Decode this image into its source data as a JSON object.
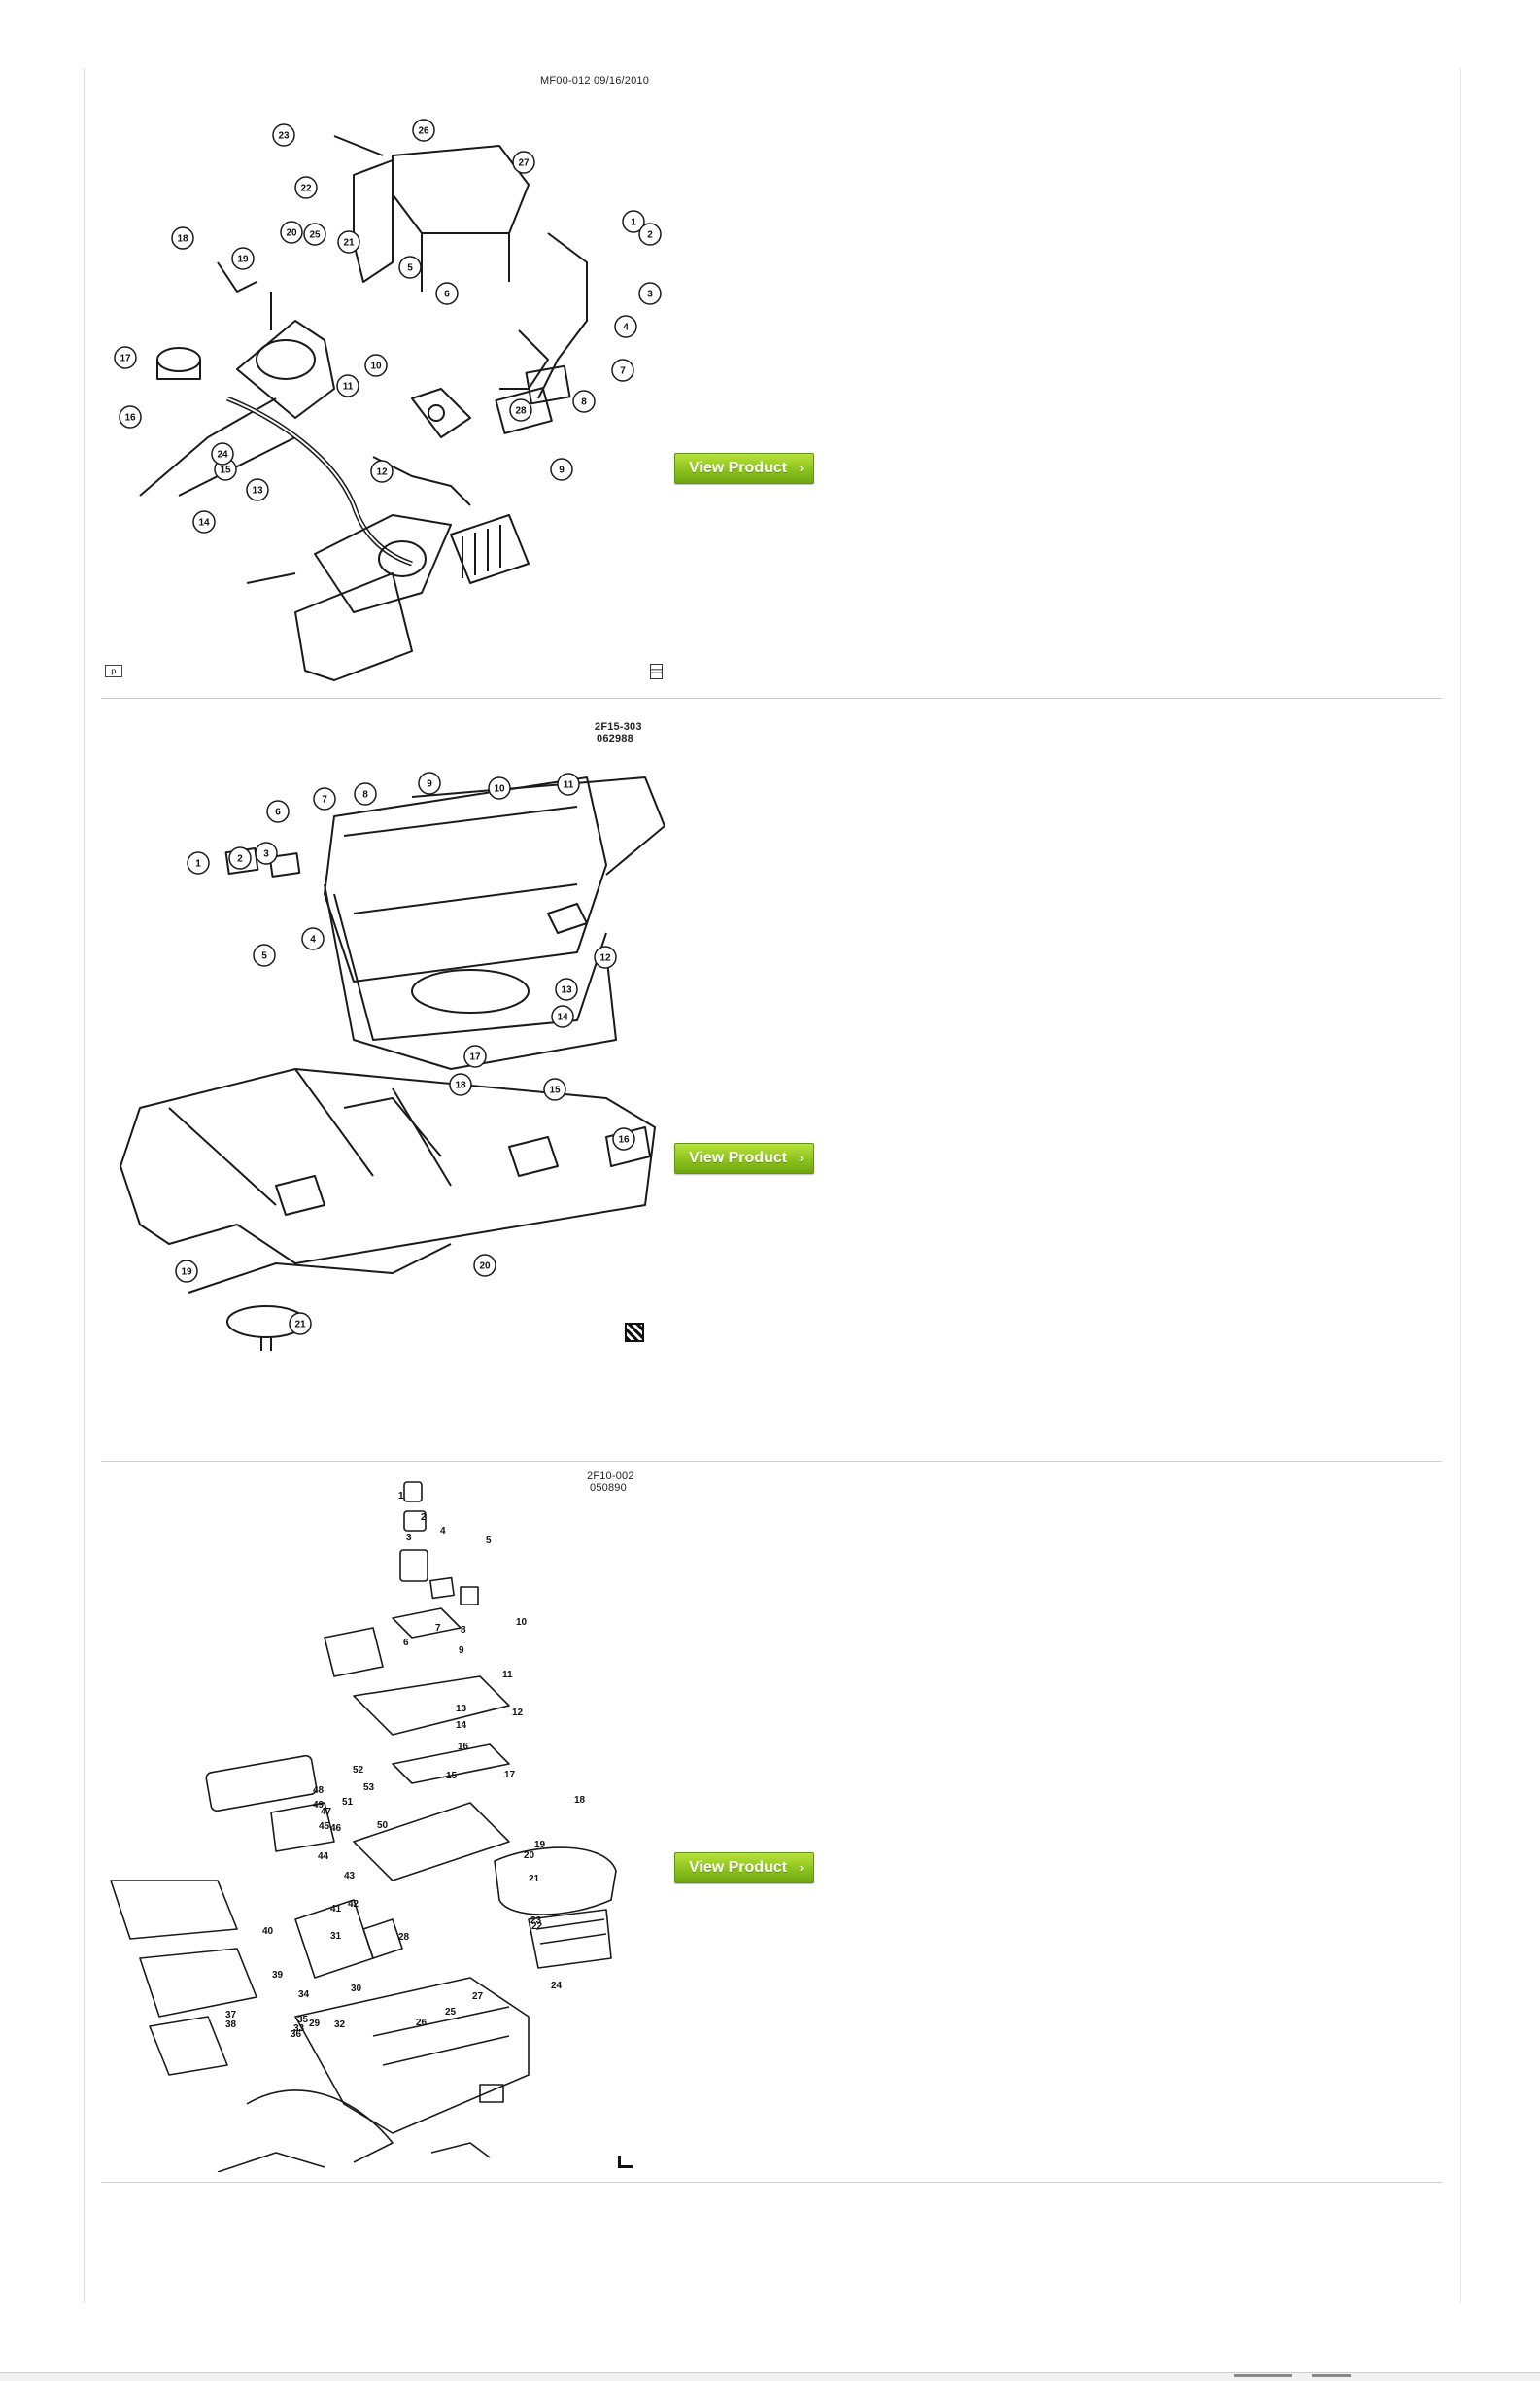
{
  "colors": {
    "button_green": "#8dc21c",
    "divider": "#cfcfcf",
    "line_art": "#1a1a1a"
  },
  "products": [
    {
      "diagram_code": "MF00-012  09/16/2010",
      "button_label": "View Product",
      "button_icon": "chevron-right-icon",
      "callouts": [
        "1",
        "2",
        "3",
        "4",
        "5",
        "6",
        "7",
        "8",
        "9",
        "10",
        "11",
        "12",
        "13",
        "14",
        "15",
        "16",
        "17",
        "18",
        "19",
        "20",
        "21",
        "22",
        "23",
        "24",
        "25",
        "26",
        "27",
        "28"
      ]
    },
    {
      "diagram_code": "2F15-303",
      "diagram_date": "062988",
      "button_label": "View Product",
      "button_icon": "chevron-right-icon",
      "callouts": [
        "1",
        "2",
        "3",
        "4",
        "5",
        "6",
        "7",
        "8",
        "9",
        "10",
        "11",
        "12",
        "13",
        "14",
        "15",
        "16",
        "17",
        "18",
        "19",
        "20",
        "21"
      ]
    },
    {
      "diagram_code": "2F10-002",
      "diagram_date": "050890",
      "button_label": "View Product",
      "button_icon": "chevron-right-icon",
      "callouts": [
        "1",
        "2",
        "3",
        "4",
        "5",
        "6",
        "7",
        "8",
        "9",
        "10",
        "11",
        "12",
        "13",
        "14",
        "15",
        "16",
        "17",
        "18",
        "19",
        "20",
        "21",
        "22",
        "23",
        "24",
        "25",
        "26",
        "27",
        "28",
        "29",
        "30",
        "31",
        "32",
        "33",
        "34",
        "35",
        "36",
        "37",
        "38",
        "39",
        "40",
        "41",
        "42",
        "43",
        "44",
        "45",
        "46",
        "47",
        "48",
        "49",
        "50",
        "51",
        "52",
        "53"
      ]
    }
  ]
}
